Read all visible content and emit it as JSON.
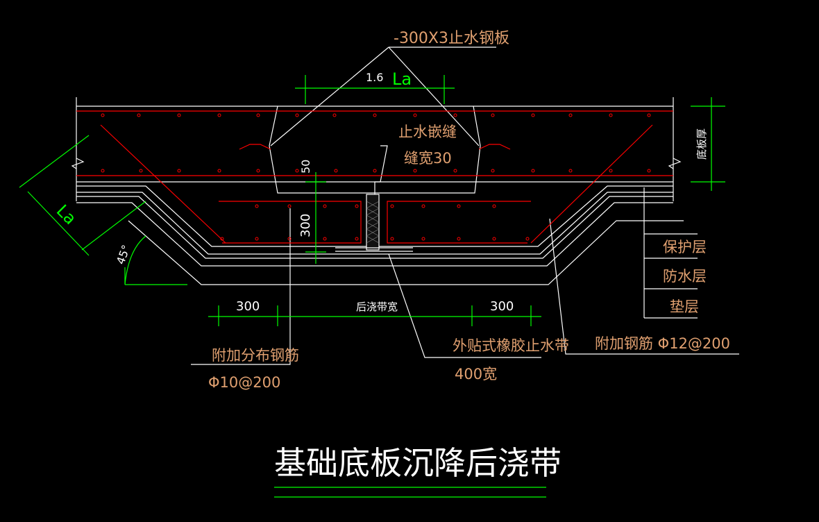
{
  "drawing": {
    "title": "基础底板沉降后浇带",
    "colors": {
      "background": "#000000",
      "line": "#ffffff",
      "dimension": "#00ff00",
      "rebar": "#ff0000",
      "label": "#e0a070",
      "dim_text": "#ffffff"
    },
    "labels": {
      "waterstop_plate": "-300X3止水钢板",
      "dim_1_6": "1.6",
      "la_top": "La",
      "la_left": "La",
      "embed_joint_1": "止水嵌缝",
      "embed_joint_2": "缝宽30",
      "dim_50": "50",
      "dim_300_vertical": "300",
      "slab_thickness": "底板厚",
      "protective_layer": "保护层",
      "waterproof_layer": "防水层",
      "cushion_layer": "垫层",
      "angle_45": "45°",
      "dim_300_left": "300",
      "dim_300_right": "300",
      "post_pour_width": "后浇带宽",
      "additional_dist_rebar_1": "附加分布钢筋",
      "additional_dist_rebar_2": "Φ10@200",
      "rubber_waterstop_1": "外贴式橡胶止水带",
      "rubber_waterstop_2": "400宽",
      "additional_rebar": "附加钢筋 Φ12@200"
    }
  }
}
